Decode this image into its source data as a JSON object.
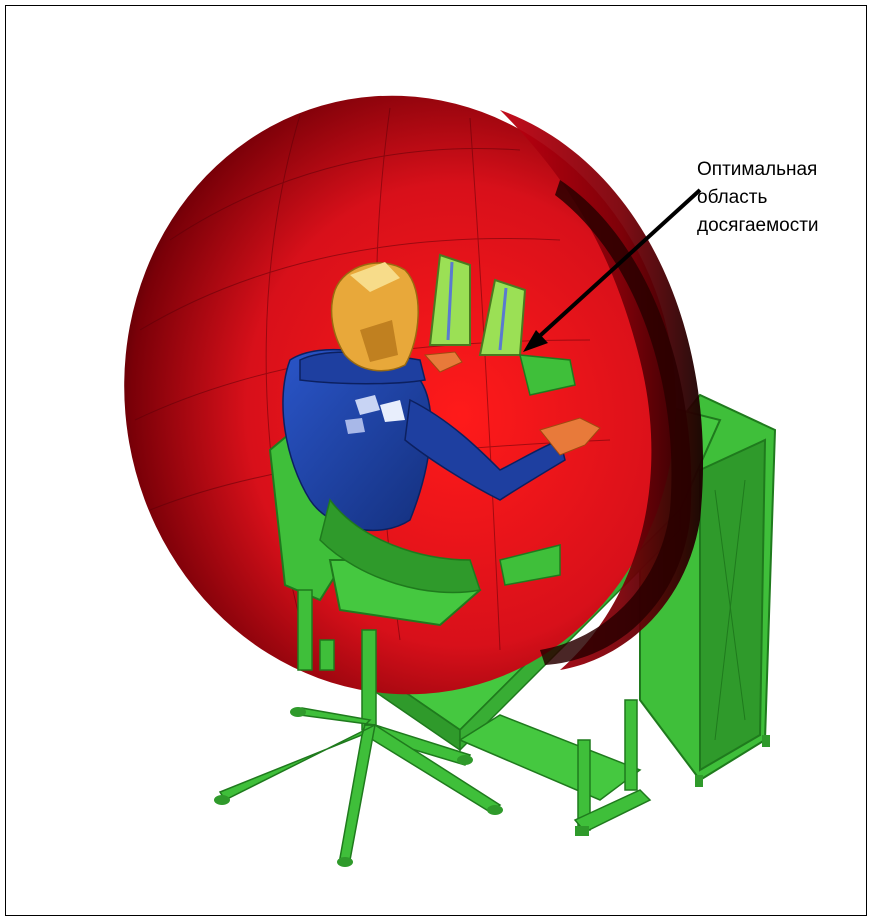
{
  "annotation": {
    "lines": [
      "Оптимальная",
      "область",
      "досягаемости"
    ]
  },
  "colors": {
    "reach_zone": "#e0101a",
    "reach_zone_dark": "#3a0000",
    "furniture": "#3fbf3a",
    "furniture_dark": "#1f7a1d",
    "shirt": "#1e3fa0",
    "head": "#e8a83a",
    "skin": "#e87a3a",
    "arrow": "#000000"
  }
}
